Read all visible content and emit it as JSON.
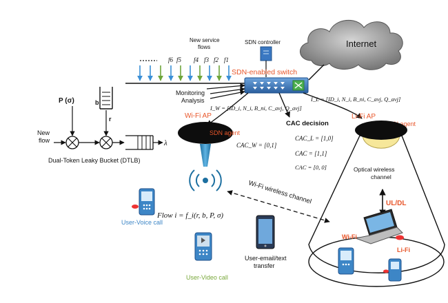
{
  "labels": {
    "internet": "Internet",
    "sdn_controller": "SDN controller",
    "new_service_flows_1": "New service",
    "new_service_flows_2": "flows",
    "sdn_switch": "SDN-enabled switch",
    "monitoring_1": "Monitoring",
    "monitoring_2": "Analysis",
    "flow_f6": "f6",
    "flow_f5": "f5",
    "flow_f4": "f4",
    "flow_f3": "f3",
    "flow_f2": "f2",
    "flow_f1": "f1",
    "p_sigma": "P (σ)",
    "b_label": "b",
    "r_label": "r",
    "new_flow_1": "New",
    "new_flow_2": "flow",
    "lambda": "λ",
    "dtlb": "Dual-Token Leaky Bucket (DTLB)",
    "iw_formula": "I_W = [ID_i, N_i, B_ni, C_avj, Q_avj]",
    "il_formula": "I_L = [ID_i, N_i, B_ni, C_avj, Q_avj]",
    "wifi_ap": "Wi-Fi AP",
    "sdn_agent_left": "SDN agent",
    "cac_w": "CAC_W = [0,1]",
    "cac_decision": "CAC decision",
    "cac_l": "CAC_L = [1,0]",
    "cac_11": "CAC = [1,1]",
    "cac_00": "CAC = [0, 0]",
    "lifi_ap": "Li-Fi AP",
    "sdn_agent_right": "SDN agent",
    "owc_1": "Optical wireless",
    "owc_2": "channel",
    "wifi_channel": "Wi-Fi wireless channel",
    "ul_dl": "UL/DL",
    "flow_formula": "Flow i = f_i(r, b, P, σ)",
    "user_voice": "User-Voice call",
    "user_video": "User-Video call",
    "user_email_1": "User-email/text",
    "user_email_2": "transfer",
    "wifi_tag": "Wi-Fi",
    "lifi_tag": "Li-Fi"
  },
  "colors": {
    "accent_orange": "#e8562a",
    "voice_blue": "#3d86c6",
    "video_green": "#79a83b",
    "arrow_blue": "#3a8fd6",
    "arrow_green": "#6ea53a",
    "switch_blue": "#2f6fb7",
    "cloud_gray": "#8c8c8c",
    "lifi_yellow": "#f6e79a"
  },
  "icons": [
    "cloud-icon",
    "server-icon",
    "switch-icon",
    "token-bucket-icon",
    "queue-icon",
    "antenna-icon",
    "light-cone-icon",
    "phone-icon",
    "tablet-icon",
    "laptop-icon"
  ]
}
